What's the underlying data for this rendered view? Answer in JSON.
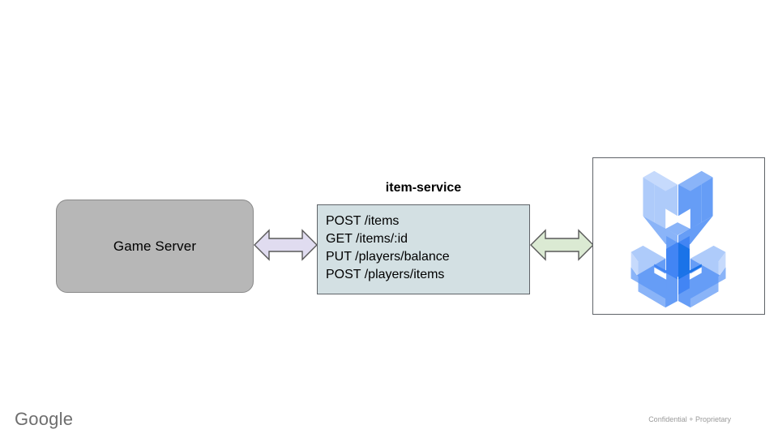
{
  "slide": {
    "background_color": "#ffffff",
    "nodes": {
      "game_server": {
        "label": "Game Server",
        "fill_color": "#b7b7b7",
        "border_color": "#8a8a8a"
      },
      "item_service": {
        "title": "item-service",
        "fill_color": "#d3e0e3",
        "border_color": "#5f6368",
        "endpoints": [
          "POST /items",
          "GET /items/:id",
          "PUT /players/balance",
          "POST /players/items"
        ]
      },
      "tools_image": {
        "icon_name": "isometric-wrench-icon",
        "border_color": "#5f6368",
        "colors": {
          "light": "#aecbfa",
          "medium": "#669df6",
          "dark": "#4285f4",
          "deep": "#1a73e8"
        }
      }
    },
    "connectors": [
      {
        "name": "game-server-to-item-service",
        "icon_name": "double-arrow-horizontal-icon",
        "fill_color": "#e0dcf0",
        "border_color": "#595959"
      },
      {
        "name": "item-service-to-tools",
        "icon_name": "double-arrow-horizontal-icon",
        "fill_color": "#dbead3",
        "border_color": "#595959"
      }
    ]
  },
  "footer": {
    "wordmark": "Google",
    "confidentiality": "Confidential + Proprietary"
  }
}
